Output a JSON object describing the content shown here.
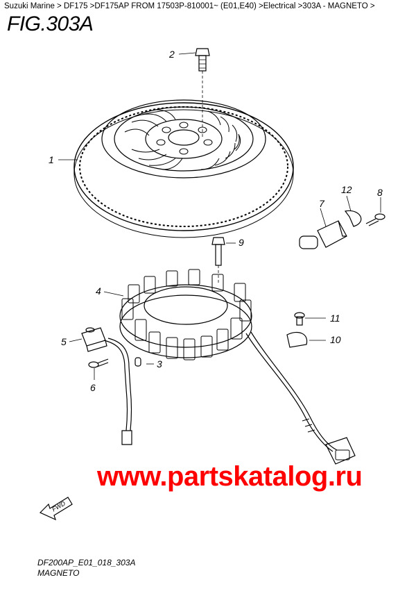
{
  "breadcrumb": "Suzuki Marine > DF175 >DF175AP FROM 17503P-810001~ (E01,E40) >Electrical >303A - MAGNETO >",
  "figure_title": "FIG.303A",
  "callouts": [
    "1",
    "2",
    "3",
    "4",
    "5",
    "6",
    "7",
    "8",
    "9",
    "10",
    "11",
    "12"
  ],
  "fwd_label": "FWD",
  "watermark": "www.partskatalog.ru",
  "drawing_code": "DF200AP_E01_018_303A",
  "caption": "MAGNETO",
  "colors": {
    "watermark": "#ff0000",
    "line": "#000000"
  }
}
